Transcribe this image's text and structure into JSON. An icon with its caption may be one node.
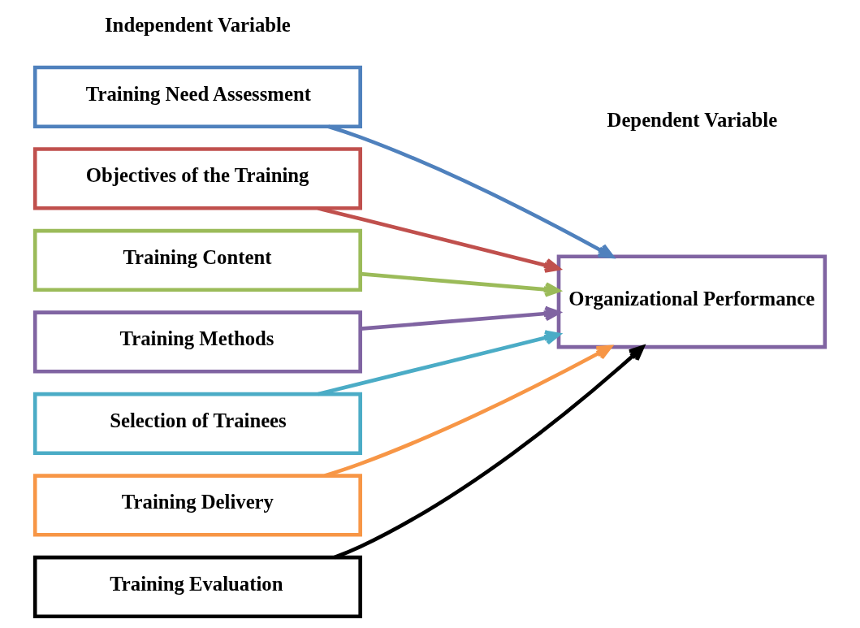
{
  "diagram": {
    "nodes": [
      {
        "text": [
          "Training Need Assessment"
        ]
      },
      {
        "text": [
          "Objectives of the Training"
        ]
      },
      {
        "text": [
          "Training Content"
        ]
      },
      {
        "text": [
          "Training Methods"
        ]
      },
      {
        "text": [
          "Selection of Trainees"
        ]
      },
      {
        "text": [
          "Training Delivery"
        ]
      },
      {
        "text": [
          "Training Evaluation"
        ]
      },
      {
        "text": [
          "Organizational Performance"
        ]
      }
    ],
    "edges": [
      {
        "from": 0,
        "to": 7,
        "arrow": "to",
        "color": "#4f81bd"
      },
      {
        "from": 1,
        "to": 7,
        "arrow": "to",
        "color": "#c0504d"
      },
      {
        "from": 2,
        "to": 7,
        "arrow": "to",
        "color": "#9bbb59"
      },
      {
        "from": 3,
        "to": 7,
        "arrow": "to",
        "color": "#8064a2"
      },
      {
        "from": 4,
        "to": 7,
        "arrow": "to",
        "color": "#4bacc6"
      },
      {
        "from": 5,
        "to": 7,
        "arrow": "to",
        "color": "#f79646"
      },
      {
        "from": 6,
        "to": 7,
        "arrow": "to",
        "color": "#000000"
      }
    ],
    "labels": [
      "Independent Variable",
      "Dependent Variable"
    ]
  }
}
